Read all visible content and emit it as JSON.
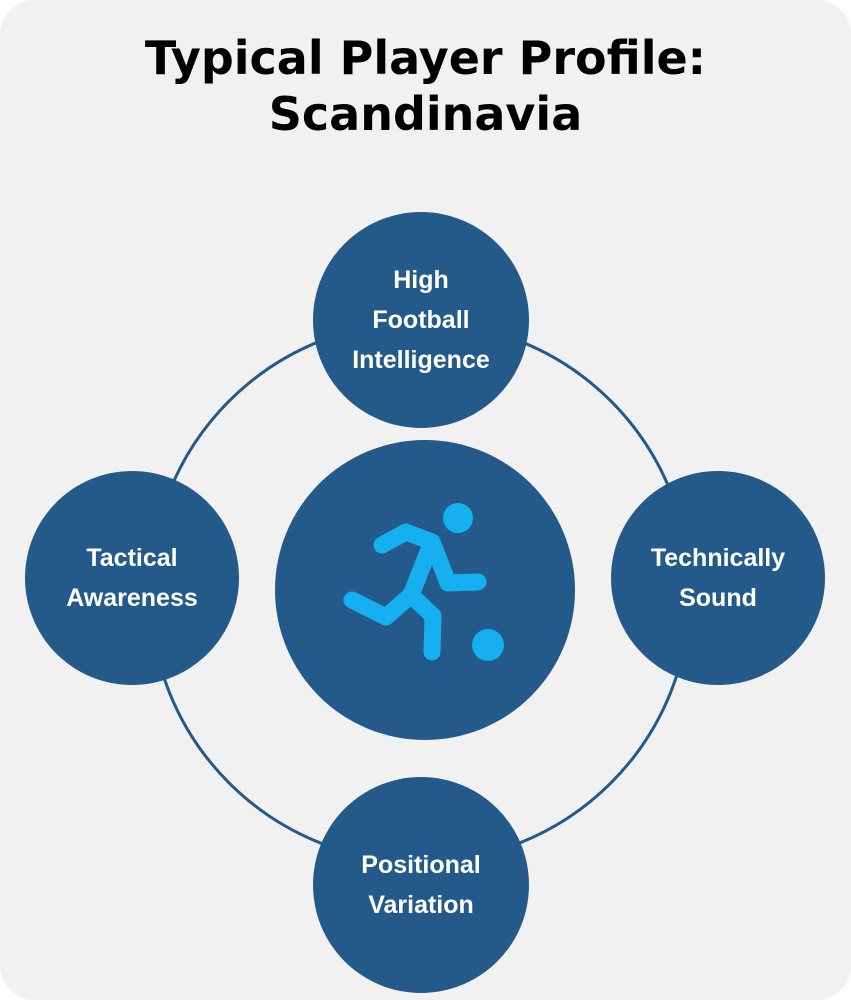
{
  "title": {
    "line1": "Typical Player Profile:",
    "line2": "Scandinavia"
  },
  "colors": {
    "background": "#f1f1f2",
    "node_fill": "#245a89",
    "ring_stroke": "#245a89",
    "icon_fill": "#16b0f0",
    "node_text": "#ffffff"
  },
  "center": {
    "icon": "soccer-player-kicking-ball-icon"
  },
  "nodes": {
    "top": "High\nFootball\nIntelligence",
    "right": "Technically\nSound",
    "bottom": "Positional\nVariation",
    "left": "Tactical\nAwareness"
  }
}
